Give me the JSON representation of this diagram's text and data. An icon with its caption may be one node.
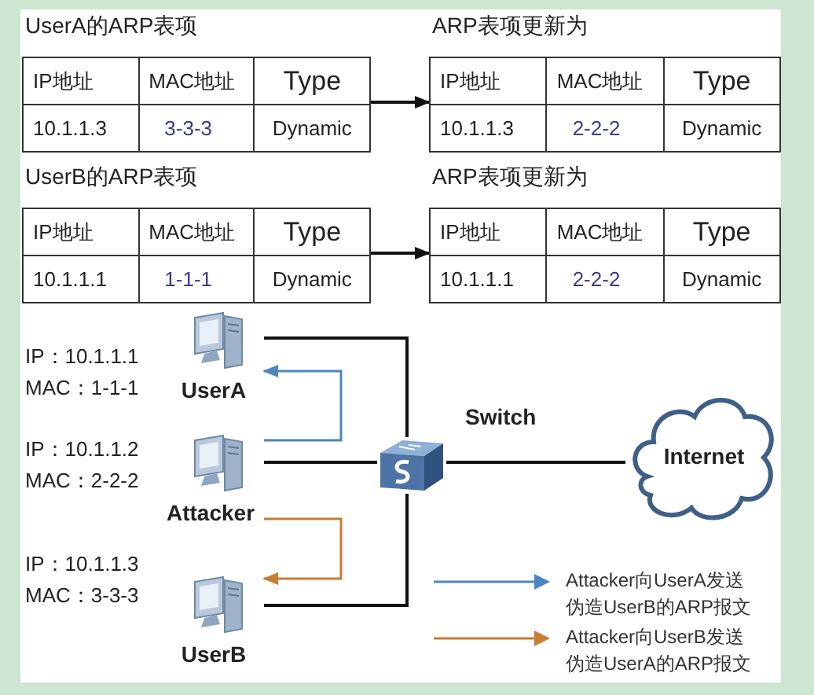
{
  "diagram": {
    "nodes": [
      {
        "text": [
          "UserA的ARP表项",
          "IP地址",
          "MAC地址",
          "Type",
          "10.1.1.3",
          "3-3-3",
          "Dynamic"
        ]
      },
      {
        "text": [
          "ARP表项更新为",
          "IP地址",
          "MAC地址",
          "Type",
          "10.1.1.3",
          "2-2-2",
          "Dynamic"
        ]
      },
      {
        "text": [
          "UserB的ARP表项",
          "IP地址",
          "MAC地址",
          "Type",
          "10.1.1.1",
          "1-1-1",
          "Dynamic"
        ]
      },
      {
        "text": [
          "ARP表项更新为",
          "IP地址",
          "MAC地址",
          "Type",
          "10.1.1.1",
          "2-2-2",
          "Dynamic"
        ]
      },
      {
        "text": [
          "UserA"
        ],
        "beside": [
          "IP：10.1.1.1",
          "MAC：1-1-1"
        ]
      },
      {
        "text": [
          "Attacker"
        ],
        "beside": [
          "IP：10.1.1.2",
          "MAC：2-2-2"
        ]
      },
      {
        "text": [
          "UserB"
        ],
        "beside": [
          "IP：10.1.1.3",
          "MAC：3-3-3"
        ]
      },
      {
        "text": [],
        "shape": "box",
        "beside": [
          "Switch"
        ]
      },
      {
        "text": [
          "Internet"
        ]
      }
    ],
    "edges": [
      {
        "from": 0,
        "to": 1,
        "arrow": "to"
      },
      {
        "from": 2,
        "to": 3,
        "arrow": "to"
      },
      {
        "from": 4,
        "to": 7,
        "arrow": "none"
      },
      {
        "from": 5,
        "to": 7,
        "arrow": "none"
      },
      {
        "from": 6,
        "to": 7,
        "arrow": "none"
      },
      {
        "from": 7,
        "to": 8,
        "arrow": "none"
      },
      {
        "from": 5,
        "to": 4,
        "arrow": "to",
        "color": "#4f86c0"
      },
      {
        "from": 5,
        "to": 6,
        "arrow": "to",
        "color": "#c87d35"
      }
    ],
    "legend": [
      {
        "text": "Attacker向UserA发送伪造UserB的ARP报文",
        "color": "#4f86c0"
      },
      {
        "text": "Attacker向UserB发送伪造UserA的ARP报文",
        "color": "#c87d35"
      }
    ]
  }
}
